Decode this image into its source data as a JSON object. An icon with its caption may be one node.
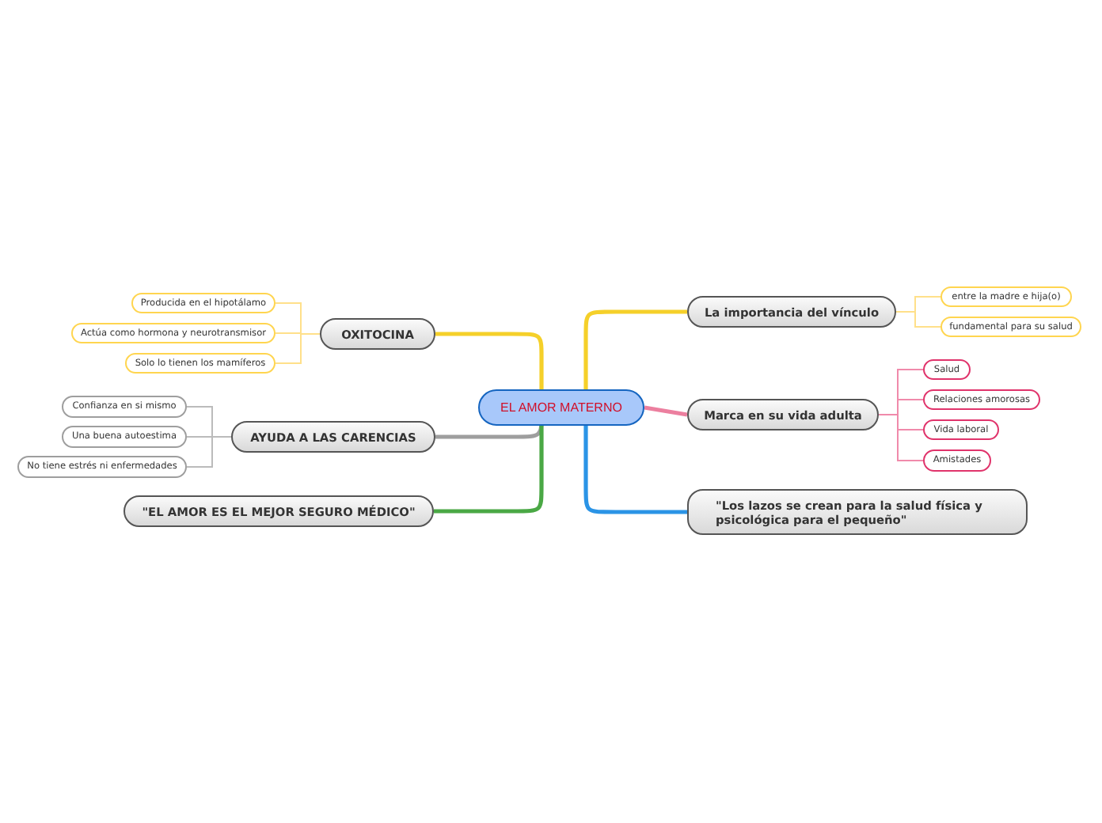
{
  "diagram": {
    "nodes": [
      {
        "text": [
          "EL AMOR MATERNO"
        ]
      },
      {
        "text": [
          "OXITOCINA"
        ]
      },
      {
        "text": [
          "Producida en el hipotálamo"
        ]
      },
      {
        "text": [
          "Actúa como hormona y neurotransmisor"
        ]
      },
      {
        "text": [
          "Solo lo tienen los mamíferos"
        ]
      },
      {
        "text": [
          "AYUDA A LAS CARENCIAS"
        ]
      },
      {
        "text": [
          "Confianza en si mismo"
        ]
      },
      {
        "text": [
          "Una buena autoestima"
        ]
      },
      {
        "text": [
          "No tiene estrés ni enfermedades"
        ]
      },
      {
        "text": [
          "\"EL AMOR ES EL MEJOR SEGURO MÉDICO\""
        ]
      },
      {
        "text": [
          "La importancia del vínculo"
        ]
      },
      {
        "text": [
          "entre la madre e hija(o)"
        ]
      },
      {
        "text": [
          "fundamental para su salud"
        ]
      },
      {
        "text": [
          "Marca en su vida adulta"
        ]
      },
      {
        "text": [
          "Salud"
        ]
      },
      {
        "text": [
          "Relaciones amorosas"
        ]
      },
      {
        "text": [
          "Vida laboral"
        ]
      },
      {
        "text": [
          "Amistades"
        ]
      },
      {
        "text": [
          "\"Los lazos se crean para la salud física y psicológica para el pequeño\""
        ]
      }
    ],
    "edges": [
      {
        "from": 0,
        "to": 1,
        "arrow": "none",
        "style": "thick",
        "color": "#f5d02a"
      },
      {
        "from": 0,
        "to": 5,
        "arrow": "none",
        "style": "thick",
        "color": "#9e9e9e"
      },
      {
        "from": 0,
        "to": 9,
        "arrow": "none",
        "style": "thick",
        "color": "#4aa845"
      },
      {
        "from": 0,
        "to": 10,
        "arrow": "none",
        "style": "thick",
        "color": "#f5d02a"
      },
      {
        "from": 0,
        "to": 13,
        "arrow": "none",
        "style": "thick",
        "color": "#ec7f9f"
      },
      {
        "from": 0,
        "to": 18,
        "arrow": "none",
        "style": "thick",
        "color": "#2b94e6"
      },
      {
        "from": 1,
        "to": 2,
        "arrow": "none",
        "color": "#ffe08a"
      },
      {
        "from": 1,
        "to": 3,
        "arrow": "none",
        "color": "#ffe08a"
      },
      {
        "from": 1,
        "to": 4,
        "arrow": "none",
        "color": "#ffe08a"
      },
      {
        "from": 5,
        "to": 6,
        "arrow": "none"
      },
      {
        "from": 5,
        "to": 7,
        "arrow": "none"
      },
      {
        "from": 5,
        "to": 8,
        "arrow": "none"
      },
      {
        "from": 10,
        "to": 11,
        "arrow": "none",
        "color": "#ffe08a"
      },
      {
        "from": 10,
        "to": 12,
        "arrow": "none",
        "color": "#ffe08a"
      },
      {
        "from": 13,
        "to": 14,
        "arrow": "none",
        "color": "#f08aab"
      },
      {
        "from": 13,
        "to": 15,
        "arrow": "none",
        "color": "#f08aab"
      },
      {
        "from": 13,
        "to": 16,
        "arrow": "none",
        "color": "#f08aab"
      },
      {
        "from": 13,
        "to": 17,
        "arrow": "none",
        "color": "#f08aab"
      }
    ]
  }
}
